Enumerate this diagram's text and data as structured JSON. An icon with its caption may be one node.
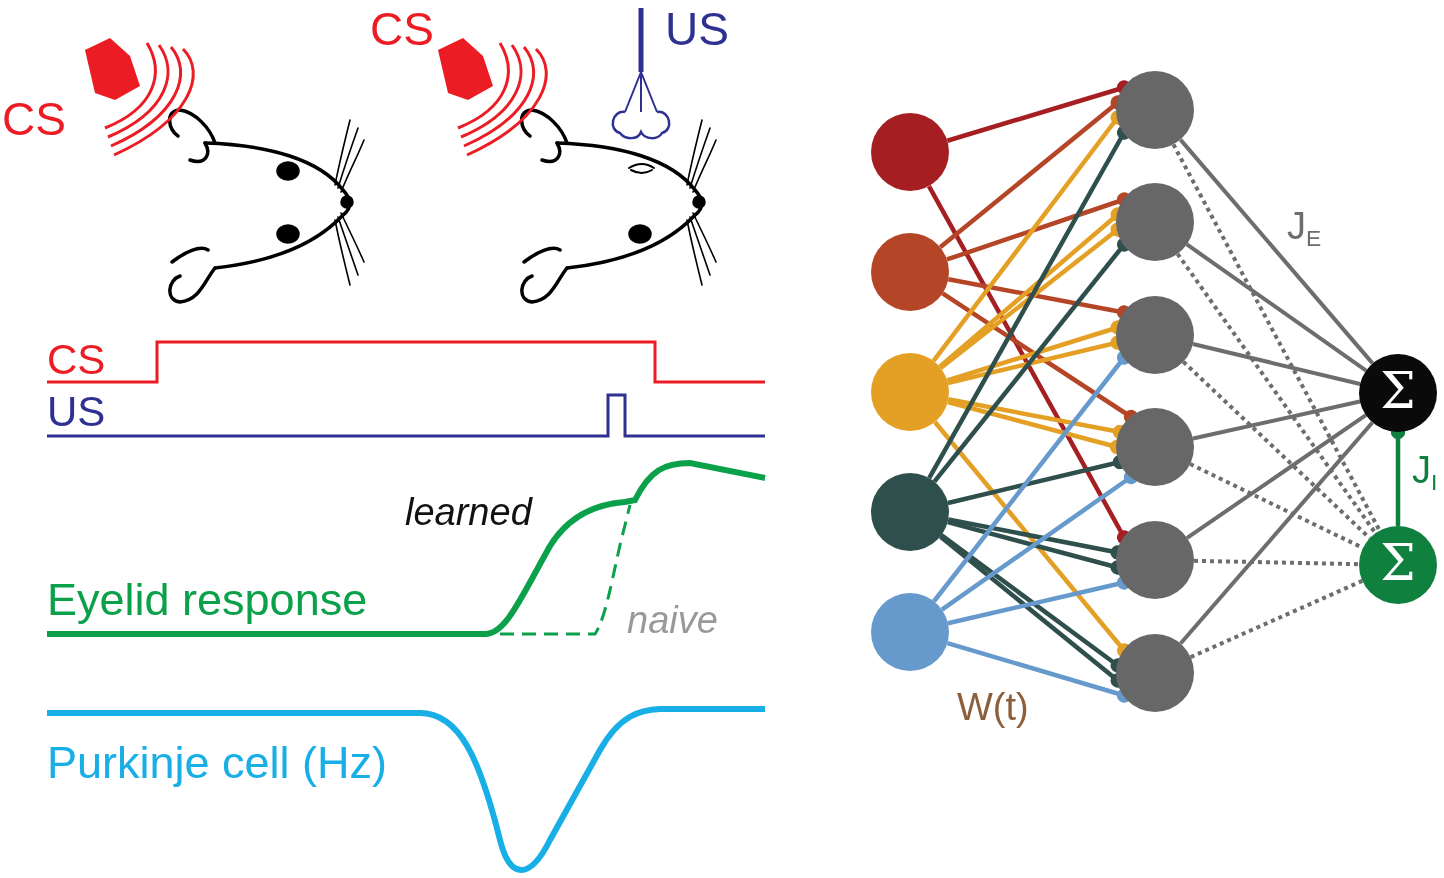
{
  "diagram": {
    "nodes": [
      {
        "text": [],
        "shape": "circle"
      },
      {
        "text": [],
        "shape": "circle"
      },
      {
        "text": [],
        "shape": "circle"
      },
      {
        "text": [],
        "shape": "circle"
      },
      {
        "text": [],
        "shape": "circle"
      },
      {
        "text": [],
        "shape": "circle"
      },
      {
        "text": [],
        "shape": "circle"
      },
      {
        "text": [],
        "shape": "circle"
      },
      {
        "text": [],
        "shape": "circle"
      },
      {
        "text": [],
        "shape": "circle"
      },
      {
        "text": [],
        "shape": "circle"
      },
      {
        "text": [
          "Σ"
        ]
      },
      {
        "text": [
          "Σ"
        ]
      }
    ],
    "edges": [
      {
        "from": 0,
        "to": 5,
        "arrow": "other",
        "color": "#a51f22"
      },
      {
        "from": 0,
        "to": 9,
        "arrow": "other",
        "color": "#a51f22"
      },
      {
        "from": 1,
        "to": 5,
        "arrow": "other",
        "color": "#b54527"
      },
      {
        "from": 1,
        "to": 6,
        "arrow": "other",
        "color": "#b54527"
      },
      {
        "from": 1,
        "to": 7,
        "arrow": "other",
        "color": "#b54527"
      },
      {
        "from": 1,
        "to": 8,
        "arrow": "other",
        "color": "#b54527"
      },
      {
        "from": 2,
        "to": 5,
        "arrow": "other",
        "color": "#e4a025"
      },
      {
        "from": 2,
        "to": 6,
        "arrow": "other",
        "color": "#e4a025"
      },
      {
        "from": 2,
        "to": 6,
        "arrow": "other",
        "color": "#e4a025"
      },
      {
        "from": 2,
        "to": 7,
        "arrow": "other",
        "color": "#e4a025"
      },
      {
        "from": 2,
        "to": 7,
        "arrow": "other",
        "color": "#e4a025"
      },
      {
        "from": 2,
        "to": 8,
        "arrow": "other",
        "color": "#e4a025"
      },
      {
        "from": 2,
        "to": 8,
        "arrow": "other",
        "color": "#e4a025"
      },
      {
        "from": 2,
        "to": 10,
        "arrow": "other",
        "color": "#e4a025"
      },
      {
        "from": 3,
        "to": 5,
        "arrow": "other",
        "color": "#2f4f4d"
      },
      {
        "from": 3,
        "to": 6,
        "arrow": "other",
        "color": "#2f4f4d"
      },
      {
        "from": 3,
        "to": 8,
        "arrow": "other",
        "color": "#2f4f4d"
      },
      {
        "from": 3,
        "to": 9,
        "arrow": "other",
        "color": "#2f4f4d"
      },
      {
        "from": 3,
        "to": 9,
        "arrow": "other",
        "color": "#2f4f4d"
      },
      {
        "from": 3,
        "to": 10,
        "arrow": "other",
        "color": "#2f4f4d"
      },
      {
        "from": 3,
        "to": 10,
        "arrow": "other",
        "color": "#2f4f4d"
      },
      {
        "from": 4,
        "to": 7,
        "arrow": "other",
        "color": "#6699cc"
      },
      {
        "from": 4,
        "to": 8,
        "arrow": "other",
        "color": "#6699cc"
      },
      {
        "from": 4,
        "to": 9,
        "arrow": "other",
        "color": "#6699cc"
      },
      {
        "from": 4,
        "to": 10,
        "arrow": "other",
        "color": "#6699cc"
      },
      {
        "from": 5,
        "to": 11,
        "arrow": "none"
      },
      {
        "from": 6,
        "to": 11,
        "arrow": "none"
      },
      {
        "from": 7,
        "to": 11,
        "arrow": "none"
      },
      {
        "from": 8,
        "to": 11,
        "arrow": "none"
      },
      {
        "from": 9,
        "to": 11,
        "arrow": "none"
      },
      {
        "from": 10,
        "to": 11,
        "arrow": "none"
      },
      {
        "from": 5,
        "to": 12,
        "arrow": "none",
        "style": "dashed"
      },
      {
        "from": 6,
        "to": 12,
        "arrow": "none",
        "style": "dashed"
      },
      {
        "from": 7,
        "to": 12,
        "arrow": "none",
        "style": "dashed"
      },
      {
        "from": 8,
        "to": 12,
        "arrow": "none",
        "style": "dashed"
      },
      {
        "from": 9,
        "to": 12,
        "arrow": "none",
        "style": "dashed"
      },
      {
        "from": 10,
        "to": 12,
        "arrow": "none",
        "style": "dashed"
      },
      {
        "from": 12,
        "to": 11,
        "arrow": "other",
        "color": "#10803f",
        "label": "J$_{I}$"
      }
    ],
    "labels": [
      "CS",
      "US",
      "CS",
      "CS",
      "US",
      "learned",
      "Eyelid response",
      "naive",
      "Purkinje cell (Hz)",
      "J$_{E}$",
      "W(t)"
    ]
  }
}
